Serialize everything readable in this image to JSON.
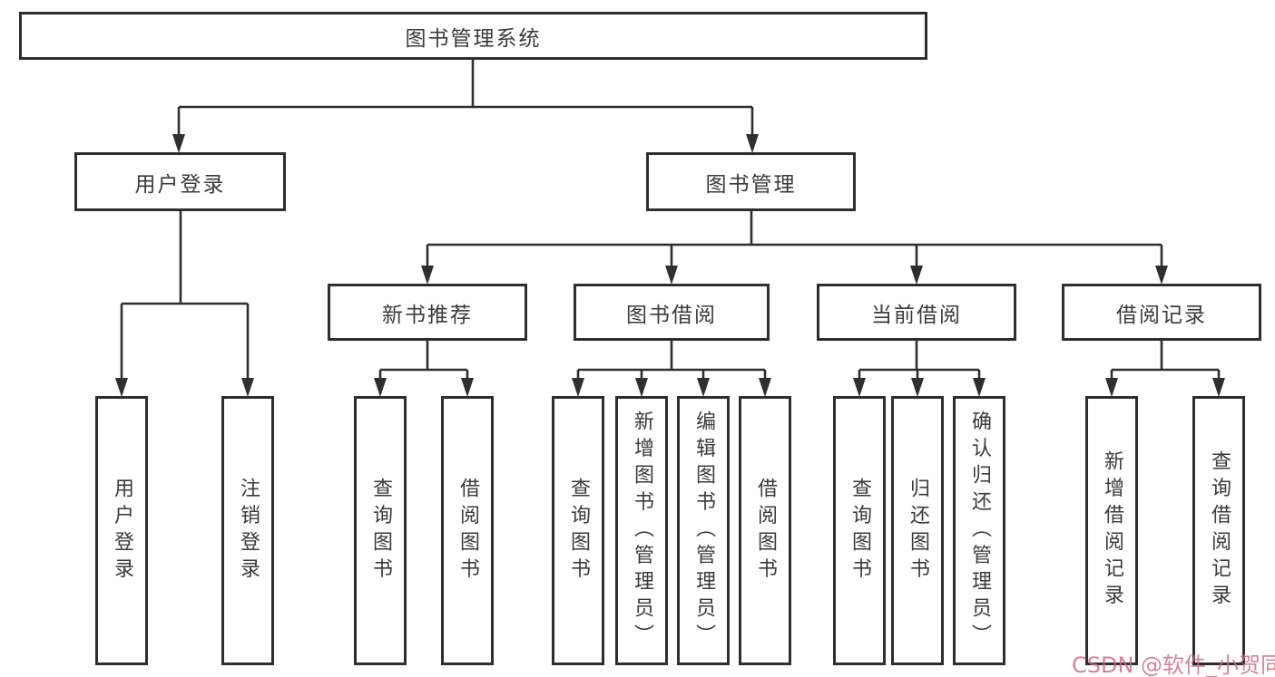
{
  "tree": {
    "root": "图书管理系统",
    "branches": [
      {
        "id": "user-login",
        "label": "用户登录",
        "leaves": [
          "用户登录",
          "注销登录"
        ]
      },
      {
        "id": "book-mgmt",
        "label": "图书管理",
        "sections": [
          {
            "id": "new-books",
            "label": "新书推荐",
            "leaves": [
              "查询图书",
              "借阅图书"
            ]
          },
          {
            "id": "book-borrow",
            "label": "图书借阅",
            "leaves": [
              "查询图书",
              "新增图书（管理员）",
              "编辑图书（管理员）",
              "借阅图书"
            ]
          },
          {
            "id": "current-borrow",
            "label": "当前借阅",
            "leaves": [
              "查询图书",
              "归还图书",
              "确认归还（管理员）"
            ]
          },
          {
            "id": "borrow-records",
            "label": "借阅记录",
            "leaves": [
              "新增借阅记录",
              "查询借阅记录"
            ]
          }
        ]
      }
    ]
  },
  "watermark": {
    "text": "CSDN @软件_小贺同学",
    "color": "#c76d7f"
  },
  "colors": {
    "line": "#2f2f2f",
    "box_border": "#2e2e2e",
    "text": "#3a3a3a",
    "background": "#ffffff"
  }
}
